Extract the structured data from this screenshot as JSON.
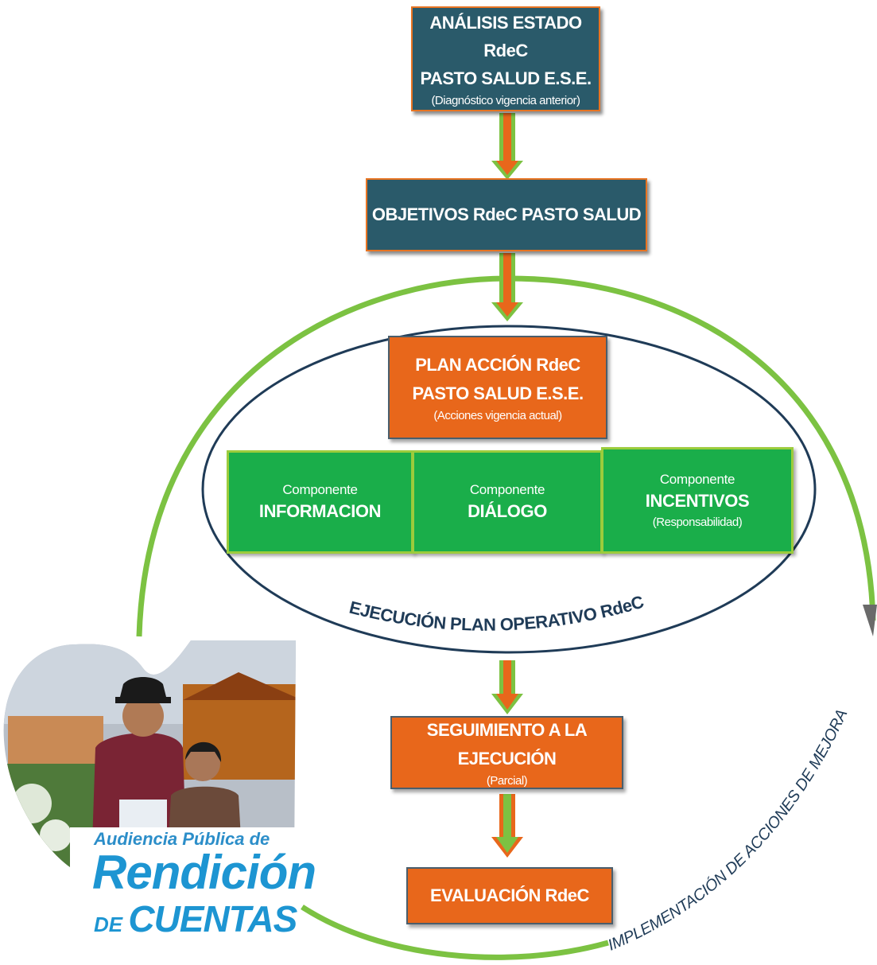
{
  "analisis": {
    "line1": "ANÁLISIS  ESTADO RdeC",
    "line2": "PASTO SALUD E.S.E.",
    "line3": "(Diagnóstico vigencia anterior)"
  },
  "objetivos": {
    "line1": "OBJETIVOS RdeC  PASTO SALUD"
  },
  "plan": {
    "line1": "PLAN ACCIÓN RdeC",
    "line2": "PASTO SALUD E.S.E.",
    "line3": "(Acciones vigencia actual)"
  },
  "components": [
    {
      "label": "Componente",
      "name": "INFORMACION",
      "sub": ""
    },
    {
      "label": "Componente",
      "name": "DIÁLOGO",
      "sub": ""
    },
    {
      "label": "Componente",
      "name": "INCENTIVOS",
      "sub": "(Responsabilidad)"
    }
  ],
  "ejecucion_label": "EJECUCIÓN PLAN OPERATIVO RdeC",
  "seguimiento": {
    "line1": "SEGUIMIENTO A LA EJECUCIÓN",
    "line2": "(Parcial)"
  },
  "evaluacion": {
    "line1": "EVALUACIÓN RdeC"
  },
  "mejora_label": "IMPLEMENTACIÓN DE ACCIONES DE MEJORA",
  "logo": {
    "line1": "Audiencia Pública de",
    "line2": "Rendición",
    "line3_a": "DE ",
    "line3_b": "CUENTAS"
  },
  "colors": {
    "teal_box": "#2a5a6a",
    "orange_box": "#e8671b",
    "green_box": "#1aae4a",
    "arrow_green": "#7cc242",
    "arrow_orange": "#e8671b",
    "ellipse": "#1f3b57",
    "loop_arc": "#7cc242"
  }
}
